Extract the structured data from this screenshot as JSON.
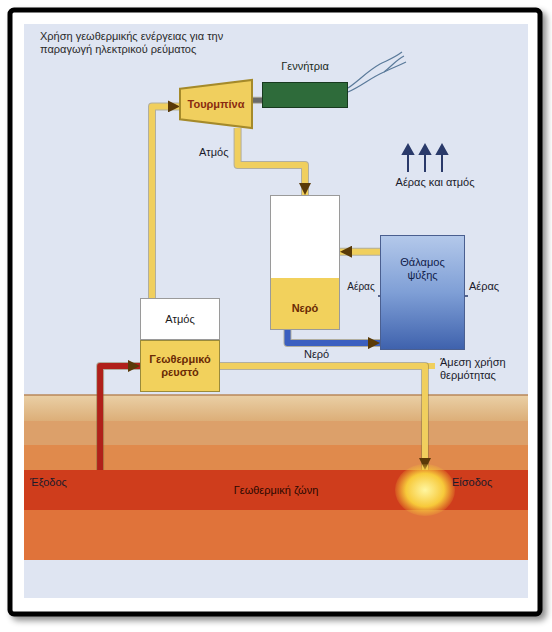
{
  "diagram": {
    "title": "Χρήση γεωθερμικής ενέργειας για την παραγωγή ηλεκτρικού ρεύματος",
    "nodes": [
      {
        "text": [
          "Τουρμπίνα"
        ]
      },
      {
        "text": [
          "Γεννήτρια"
        ]
      },
      {
        "text": [
          "Ατμός"
        ]
      },
      {
        "text": [
          "Γεωθερμικό ρευστό"
        ]
      },
      {
        "text": [
          "Νερό"
        ]
      },
      {
        "text": [
          "Θάλαμος ψύξης"
        ]
      },
      {
        "text": [
          "Γεωθερμική ζώνη"
        ]
      }
    ],
    "edges": [
      {
        "from": 2,
        "to": 0,
        "arrow": "to"
      },
      {
        "from": 0,
        "to": 1,
        "arrow": "none"
      },
      {
        "from": 0,
        "to": 4,
        "arrow": "to",
        "label": "Ατμός"
      },
      {
        "from": 4,
        "to": 5,
        "arrow": "to",
        "label": "Νερό"
      },
      {
        "from": 5,
        "to": 4,
        "arrow": "to"
      },
      {
        "from": 6,
        "to": 3,
        "arrow": "to"
      },
      {
        "from": 3,
        "to": 6,
        "arrow": "to"
      }
    ],
    "labels": [
      "Αέρας και ατμός",
      "Αέρας",
      "Αέρας",
      "Άμεση χρήση θερμότητας",
      "Έξοδος",
      "Είσοδος"
    ]
  }
}
